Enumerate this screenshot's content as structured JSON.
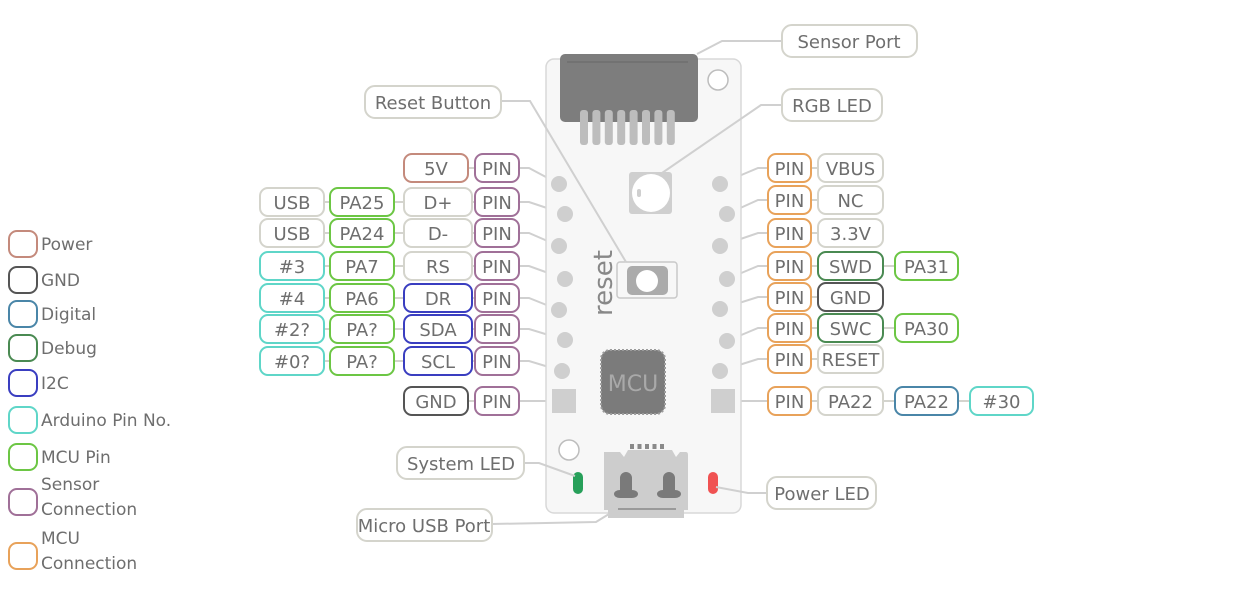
{
  "colors": {
    "power": "#c48a7c",
    "gnd": "#555555",
    "digital": "#4a86a8",
    "debug": "#4a8a52",
    "i2c": "#3a3ec0",
    "arduino": "#5fd6c8",
    "mcu_pin": "#6cc644",
    "sensor_conn": "#a07098",
    "mcu_conn": "#e8a25a",
    "neutral": "#d4d4cc",
    "system_led": "#27a05a",
    "power_led": "#f05252"
  },
  "legend": [
    {
      "label": [
        "Power"
      ],
      "type": "power"
    },
    {
      "label": [
        "GND"
      ],
      "type": "gnd"
    },
    {
      "label": [
        "Digital"
      ],
      "type": "digital"
    },
    {
      "label": [
        "Debug"
      ],
      "type": "debug"
    },
    {
      "label": [
        "I2C"
      ],
      "type": "i2c"
    },
    {
      "label": [
        "Arduino Pin No."
      ],
      "type": "arduino"
    },
    {
      "label": [
        "MCU Pin"
      ],
      "type": "mcu_pin"
    },
    {
      "label": [
        "Sensor",
        "Connection"
      ],
      "type": "sensor_conn"
    },
    {
      "label": [
        "MCU",
        "Connection"
      ],
      "type": "mcu_conn"
    }
  ],
  "left_pins": [
    {
      "cells": [
        {
          "text": "5V",
          "type": "power"
        },
        {
          "text": "PIN",
          "type": "sensor_conn"
        }
      ],
      "pad": "round"
    },
    {
      "cells": [
        {
          "text": "USB",
          "type": "neutral"
        },
        {
          "text": "PA25",
          "type": "mcu_pin"
        },
        {
          "text": "D+",
          "type": "neutral"
        },
        {
          "text": "PIN",
          "type": "sensor_conn"
        }
      ],
      "pad": "round"
    },
    {
      "cells": [
        {
          "text": "USB",
          "type": "neutral"
        },
        {
          "text": "PA24",
          "type": "mcu_pin"
        },
        {
          "text": "D-",
          "type": "neutral"
        },
        {
          "text": "PIN",
          "type": "sensor_conn"
        }
      ],
      "pad": "round"
    },
    {
      "cells": [
        {
          "text": "#3",
          "type": "arduino"
        },
        {
          "text": "PA7",
          "type": "mcu_pin"
        },
        {
          "text": "RS",
          "type": "neutral"
        },
        {
          "text": "PIN",
          "type": "sensor_conn"
        }
      ],
      "pad": "round"
    },
    {
      "cells": [
        {
          "text": "#4",
          "type": "arduino"
        },
        {
          "text": "PA6",
          "type": "mcu_pin"
        },
        {
          "text": "DR",
          "type": "i2c"
        },
        {
          "text": "PIN",
          "type": "sensor_conn"
        }
      ],
      "pad": "round"
    },
    {
      "cells": [
        {
          "text": "#2?",
          "type": "arduino"
        },
        {
          "text": "PA?",
          "type": "mcu_pin"
        },
        {
          "text": "SDA",
          "type": "i2c"
        },
        {
          "text": "PIN",
          "type": "sensor_conn"
        }
      ],
      "pad": "round"
    },
    {
      "cells": [
        {
          "text": "#0?",
          "type": "arduino"
        },
        {
          "text": "PA?",
          "type": "mcu_pin"
        },
        {
          "text": "SCL",
          "type": "i2c"
        },
        {
          "text": "PIN",
          "type": "sensor_conn"
        }
      ],
      "pad": "round"
    },
    {
      "cells": [
        {
          "text": "GND",
          "type": "gnd"
        },
        {
          "text": "PIN",
          "type": "sensor_conn"
        }
      ],
      "pad": "square"
    }
  ],
  "right_pins": [
    {
      "cells": [
        {
          "text": "PIN",
          "type": "mcu_conn"
        },
        {
          "text": "VBUS",
          "type": "neutral"
        }
      ],
      "pad": "round"
    },
    {
      "cells": [
        {
          "text": "PIN",
          "type": "mcu_conn"
        },
        {
          "text": "NC",
          "type": "neutral"
        }
      ],
      "pad": "round"
    },
    {
      "cells": [
        {
          "text": "PIN",
          "type": "mcu_conn"
        },
        {
          "text": "3.3V",
          "type": "neutral"
        }
      ],
      "pad": "round"
    },
    {
      "cells": [
        {
          "text": "PIN",
          "type": "mcu_conn"
        },
        {
          "text": "SWD",
          "type": "debug"
        },
        {
          "text": "PA31",
          "type": "mcu_pin"
        }
      ],
      "pad": "round"
    },
    {
      "cells": [
        {
          "text": "PIN",
          "type": "mcu_conn"
        },
        {
          "text": "GND",
          "type": "gnd"
        }
      ],
      "pad": "round"
    },
    {
      "cells": [
        {
          "text": "PIN",
          "type": "mcu_conn"
        },
        {
          "text": "SWC",
          "type": "debug"
        },
        {
          "text": "PA30",
          "type": "mcu_pin"
        }
      ],
      "pad": "round"
    },
    {
      "cells": [
        {
          "text": "PIN",
          "type": "mcu_conn"
        },
        {
          "text": "RESET",
          "type": "neutral"
        }
      ],
      "pad": "round"
    },
    {
      "cells": [
        {
          "text": "PIN",
          "type": "mcu_conn"
        },
        {
          "text": "PA22",
          "type": "neutral"
        },
        {
          "text": "PA22",
          "type": "digital"
        },
        {
          "text": "#30",
          "type": "arduino"
        }
      ],
      "pad": "square"
    }
  ],
  "callouts": {
    "sensor_port": "Sensor Port",
    "reset_button": "Reset Button",
    "rgb_led": "RGB LED",
    "system_led": "System LED",
    "power_led": "Power LED",
    "micro_usb_port": "Micro USB Port"
  },
  "board": {
    "reset_text": "reset",
    "mcu_text": "MCU"
  }
}
